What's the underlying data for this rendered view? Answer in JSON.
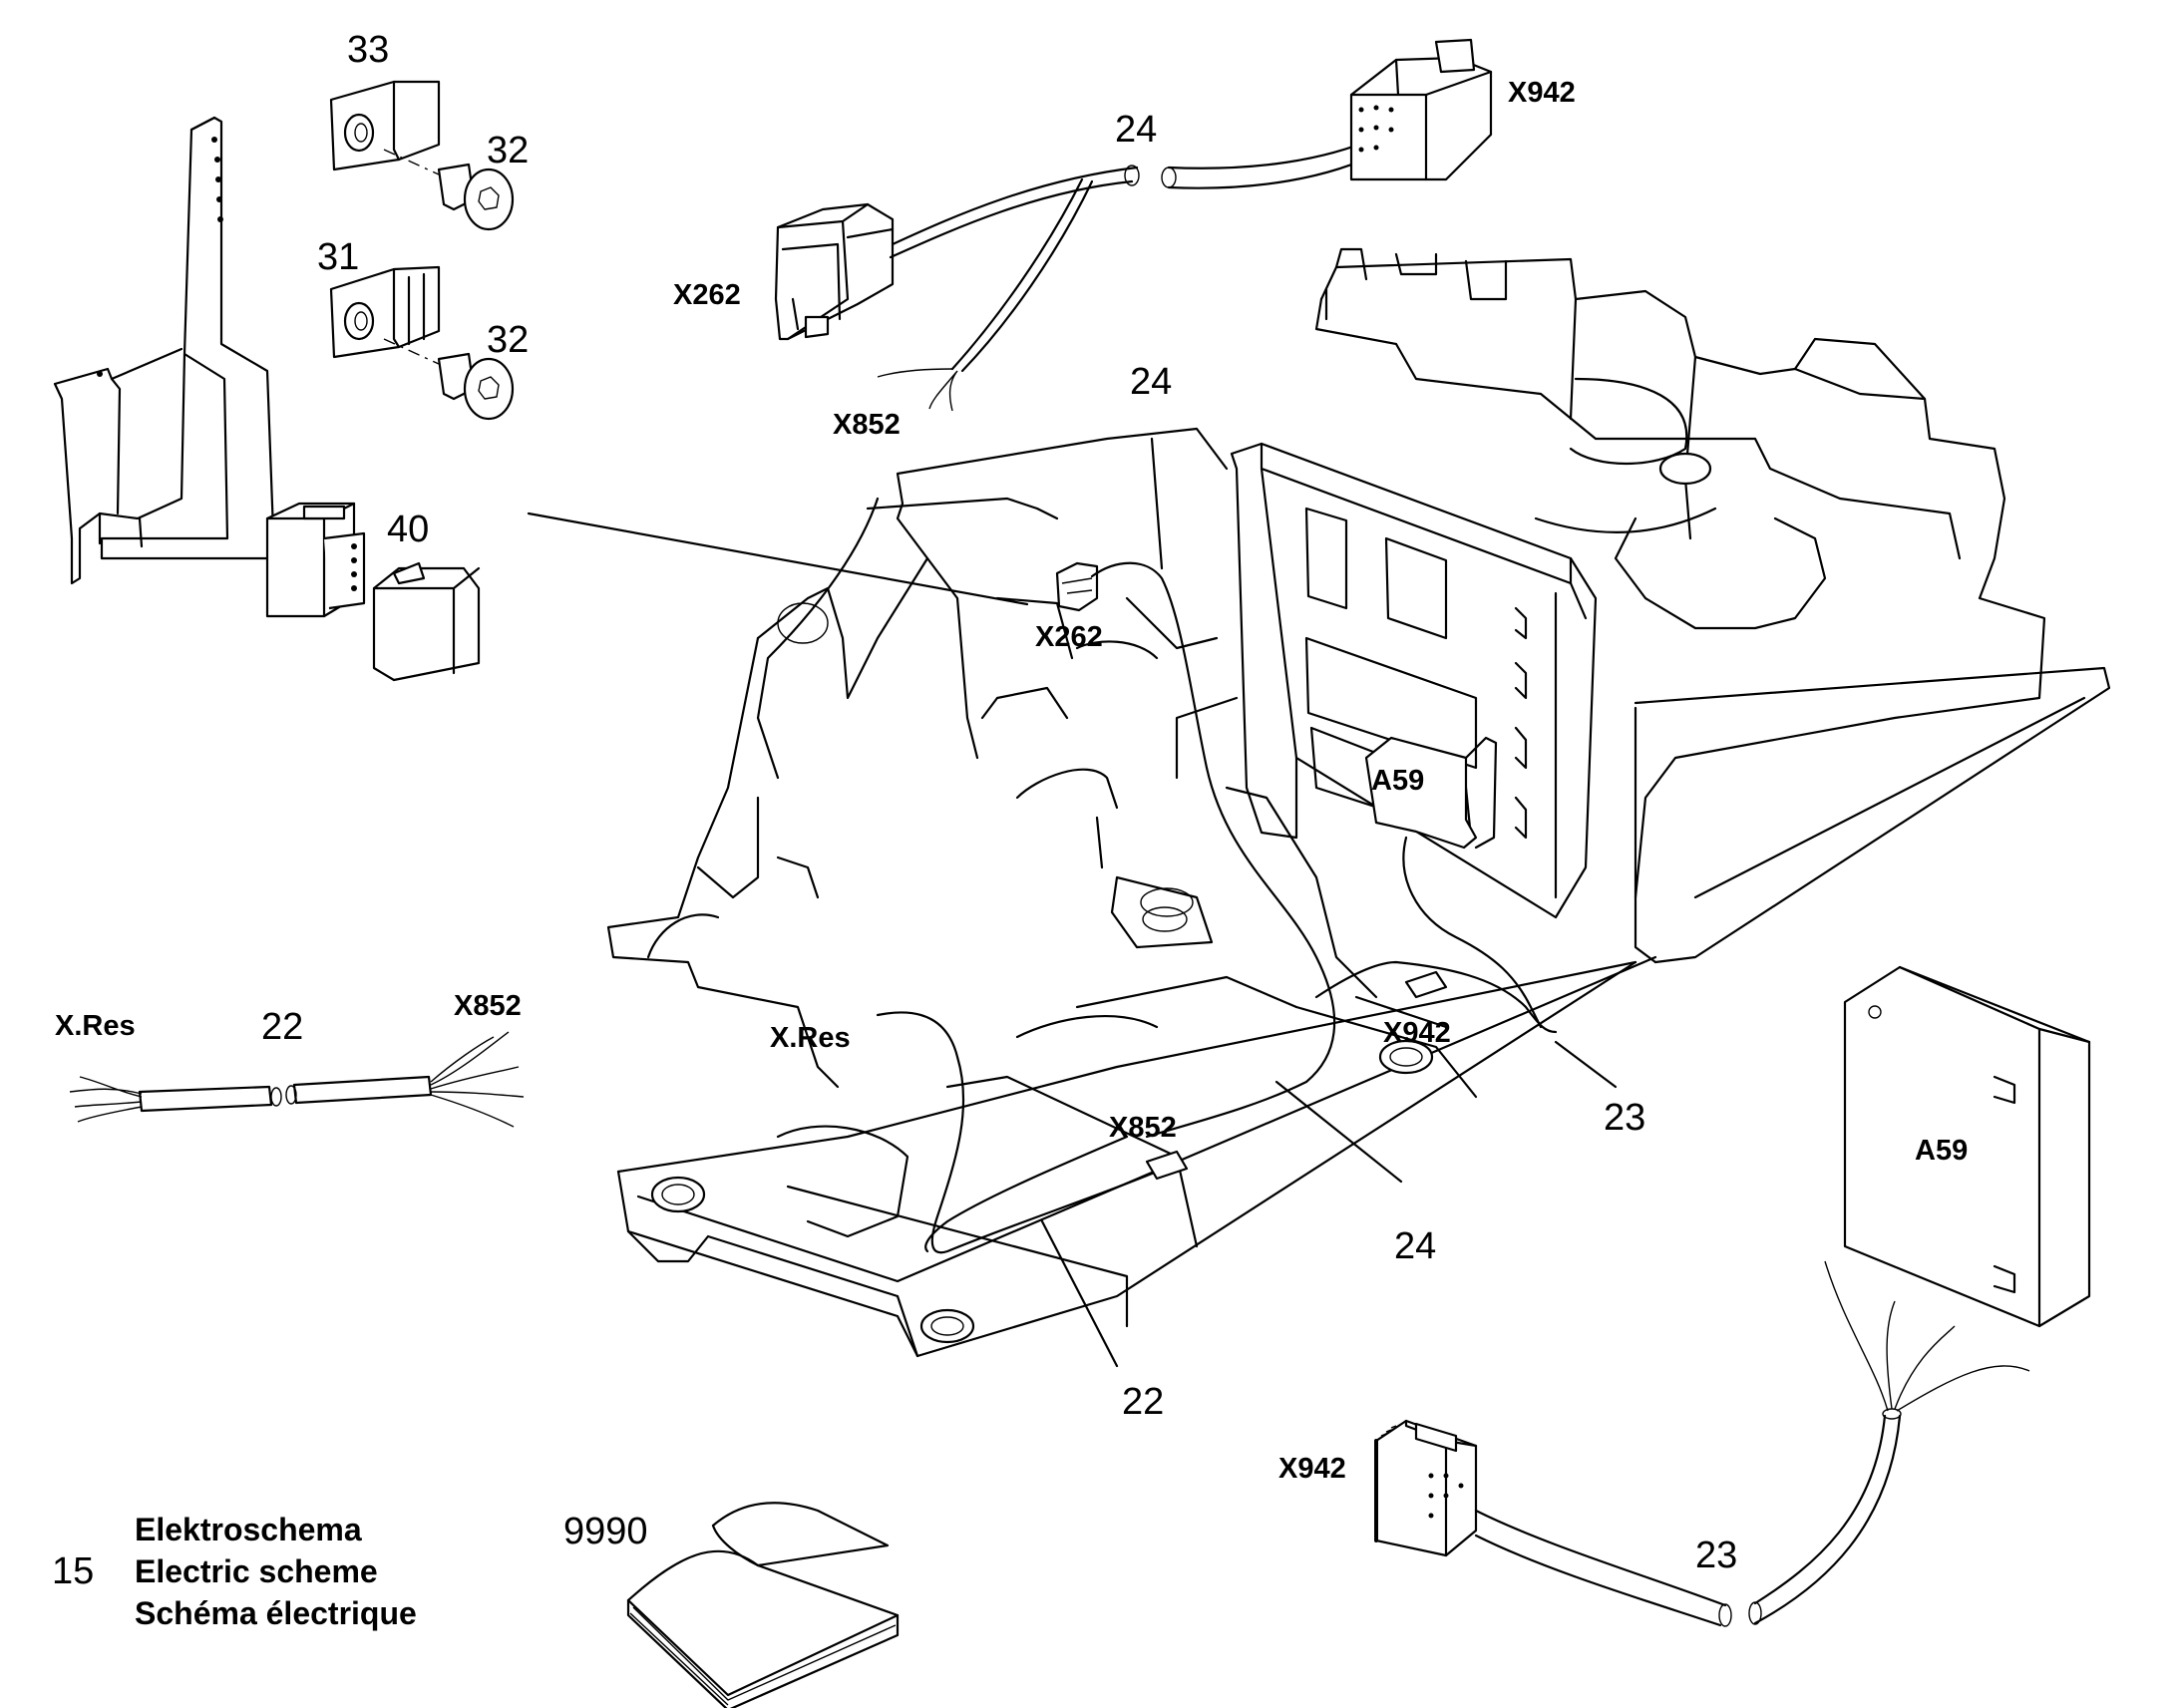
{
  "labels": {
    "n33": "33",
    "n32a": "32",
    "n31": "31",
    "n32b": "32",
    "n40": "40",
    "n24_top": "24",
    "n24_mid": "24",
    "n24_low": "24",
    "n22_left": "22",
    "n22_low": "22",
    "n23_mid": "23",
    "n23_low": "23",
    "n9990": "9990",
    "n15": "15"
  },
  "codes": {
    "x942_top": "X942",
    "x262_top": "X262",
    "x852_top": "X852",
    "x262_frame": "X262",
    "a59_frame": "A59",
    "xres_left": "X.Res",
    "x852_left": "X852",
    "xres_frame": "X.Res",
    "x942_frame": "X942",
    "x852_frame": "X852",
    "a59_part": "A59",
    "x942_low": "X942"
  },
  "legend": {
    "line_de": "Elektroschema",
    "line_en": "Electric scheme",
    "line_fr": "Schéma électrique"
  }
}
